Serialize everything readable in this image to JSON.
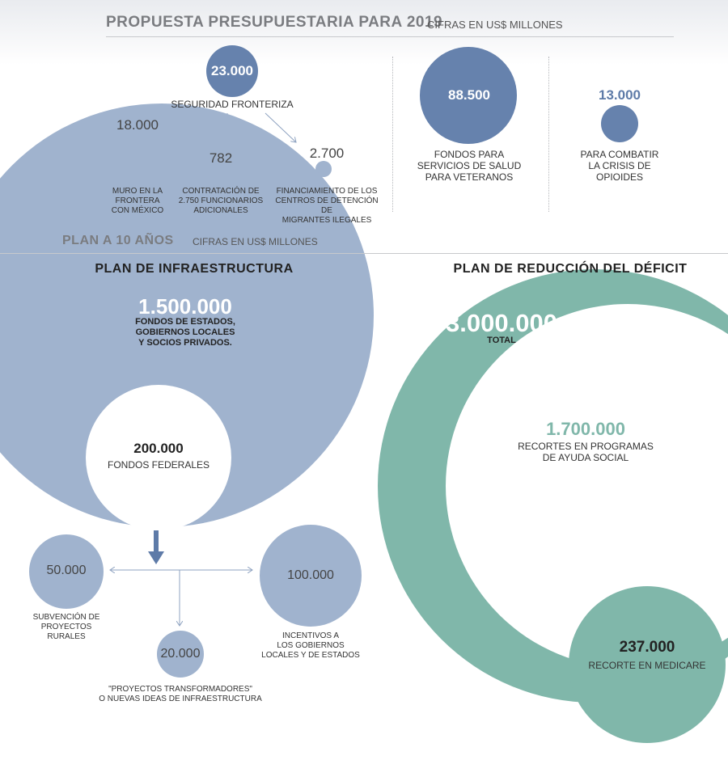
{
  "budget2019": {
    "title": "PROPUESTA PRESUPUESTARIA PARA 2019",
    "unit": "CIFRAS EN US$ MILLONES",
    "border_security": {
      "value": "23.000",
      "label": "SEGURIDAD FRONTERIZA",
      "items": [
        {
          "value": "18.000",
          "label_lines": [
            "MURO EN LA",
            "FRONTERA",
            "CON MÉXICO"
          ]
        },
        {
          "value": "782",
          "label_lines": [
            "CONTRATACIÓN DE",
            "2.750 FUNCIONARIOS",
            "ADICIONALES"
          ]
        },
        {
          "value": "2.700",
          "label_lines": [
            "FINANCIAMIENTO DE LOS",
            "CENTROS DE DETENCIÓN DE",
            "MIGRANTES ILEGALES"
          ]
        }
      ]
    },
    "veterans": {
      "value": "88.500",
      "label_lines": [
        "FONDOS PARA",
        "SERVICIOS DE SALUD",
        "PARA VETERANOS"
      ]
    },
    "opioids": {
      "value": "13.000",
      "label_lines": [
        "PARA COMBATIR",
        "LA CRISIS DE",
        "OPIOIDES"
      ]
    }
  },
  "plan10": {
    "title": "PLAN A 10 AÑOS",
    "unit": "CIFRAS EN US$ MILLONES",
    "infrastructure": {
      "title": "PLAN DE INFRAESTRUCTURA",
      "total": {
        "value": "1.500.000",
        "label_lines": [
          "FONDOS DE ESTADOS,",
          "GOBIERNOS LOCALES",
          "Y SOCIOS PRIVADOS."
        ]
      },
      "federal": {
        "value": "200.000",
        "label": "FONDOS FEDERALES"
      },
      "items": [
        {
          "value": "50.000",
          "label_lines": [
            "SUBVENCIÓN DE",
            "PROYECTOS",
            "RURALES"
          ]
        },
        {
          "value": "20.000",
          "label_lines": [
            "\"PROYECTOS TRANSFORMADORES\"",
            "O NUEVAS IDEAS DE INFRAESTRUCTURA"
          ]
        },
        {
          "value": "100.000",
          "label_lines": [
            "INCENTIVOS A",
            "LOS GOBIERNOS",
            "LOCALES Y DE ESTADOS"
          ]
        }
      ]
    },
    "deficit": {
      "title": "PLAN DE REDUCCIÓN DEL DÉFICIT",
      "total": {
        "value": "3.000.000",
        "label": "TOTAL"
      },
      "social": {
        "value": "1.700.000",
        "label_lines": [
          "RECORTES EN PROGRAMAS",
          "DE AYUDA SOCIAL"
        ]
      },
      "medicare": {
        "value": "237.000",
        "label": "RECORTE EN MEDICARE"
      }
    }
  },
  "colors": {
    "dark_blue": "#6682ad",
    "light_blue": "#a0b3ce",
    "teal": "#80b7aa",
    "arrow": "#5e7ba8"
  },
  "chart_data": {
    "type": "bubble",
    "units": "US$ millones",
    "groups": [
      {
        "name": "PROPUESTA PRESUPUESTARIA PARA 2019",
        "items": [
          {
            "label": "SEGURIDAD FRONTERIZA",
            "value": 23000
          },
          {
            "label": "MURO EN LA FRONTERA CON MÉXICO",
            "value": 18000,
            "parent": "SEGURIDAD FRONTERIZA"
          },
          {
            "label": "CONTRATACIÓN DE 2.750 FUNCIONARIOS ADICIONALES",
            "value": 782,
            "parent": "SEGURIDAD FRONTERIZA"
          },
          {
            "label": "FINANCIAMIENTO DE LOS CENTROS DE DETENCIÓN DE MIGRANTES ILEGALES",
            "value": 2700,
            "parent": "SEGURIDAD FRONTERIZA"
          },
          {
            "label": "FONDOS PARA SERVICIOS DE SALUD PARA VETERANOS",
            "value": 88500
          },
          {
            "label": "PARA COMBATIR LA CRISIS DE OPIOIDES",
            "value": 13000
          }
        ]
      },
      {
        "name": "PLAN DE INFRAESTRUCTURA",
        "items": [
          {
            "label": "FONDOS DE ESTADOS, GOBIERNOS LOCALES Y SOCIOS PRIVADOS.",
            "value": 1500000
          },
          {
            "label": "FONDOS FEDERALES",
            "value": 200000
          },
          {
            "label": "SUBVENCIÓN DE PROYECTOS RURALES",
            "value": 50000,
            "parent": "FONDOS FEDERALES"
          },
          {
            "label": "\"PROYECTOS TRANSFORMADORES\" O NUEVAS IDEAS DE INFRAESTRUCTURA",
            "value": 20000,
            "parent": "FONDOS FEDERALES"
          },
          {
            "label": "INCENTIVOS A LOS GOBIERNOS LOCALES Y DE ESTADOS",
            "value": 100000,
            "parent": "FONDOS FEDERALES"
          }
        ]
      },
      {
        "name": "PLAN DE REDUCCIÓN DEL DÉFICIT",
        "items": [
          {
            "label": "TOTAL",
            "value": 3000000
          },
          {
            "label": "RECORTES EN PROGRAMAS DE AYUDA SOCIAL",
            "value": 1700000
          },
          {
            "label": "RECORTE EN MEDICARE",
            "value": 237000
          }
        ]
      }
    ]
  }
}
